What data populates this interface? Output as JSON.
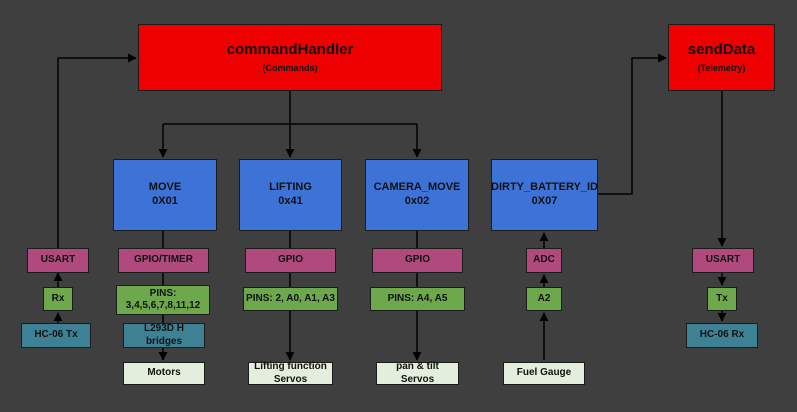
{
  "command_handler": {
    "title": "commandHandler",
    "subtitle": "(Commands)"
  },
  "send_data": {
    "title": "sendData",
    "subtitle": "(Telemetry)"
  },
  "modules": {
    "move": {
      "name": "MOVE",
      "code": "0X01"
    },
    "lifting": {
      "name": "LIFTING",
      "code": "0x41"
    },
    "camera_move": {
      "name": "CAMERA_MOVE",
      "code": "0x02"
    },
    "dirty_battery_id": {
      "name": "DIRTY_BATTERY_ID",
      "code": "0X07"
    }
  },
  "left_chain": {
    "usart": "USART",
    "rx": "Rx",
    "device": "HC-06 Tx"
  },
  "right_chain": {
    "usart": "USART",
    "tx": "Tx",
    "device": "HC-06 Rx"
  },
  "move_chain": {
    "peripheral": "GPIO/TIMER",
    "pins_line1": "PINS:",
    "pins_line2": "3,4,5,6,7,8,11,12",
    "driver_line1": "L293D H",
    "driver_line2": "bridges",
    "output": "Motors"
  },
  "lifting_chain": {
    "peripheral": "GPIO",
    "pins": "PINS: 2, A0, A1, A3",
    "output_line1": "Lifting function",
    "output_line2": "Servos"
  },
  "camera_chain": {
    "peripheral": "GPIO",
    "pins": "PINS: A4, A5",
    "output_line1": "pan & tilt",
    "output_line2": "Servos"
  },
  "battery_chain": {
    "peripheral": "ADC",
    "pin": "A2",
    "sensor": "Fuel Gauge"
  },
  "colors": {
    "background": "#3f3f3f",
    "handler": "#ee0000",
    "module": "#3d73d6",
    "peripheral": "#b0497e",
    "pin": "#6ea84c",
    "device": "#3e8195",
    "output": "#e3eedd",
    "wire": "#000000"
  }
}
